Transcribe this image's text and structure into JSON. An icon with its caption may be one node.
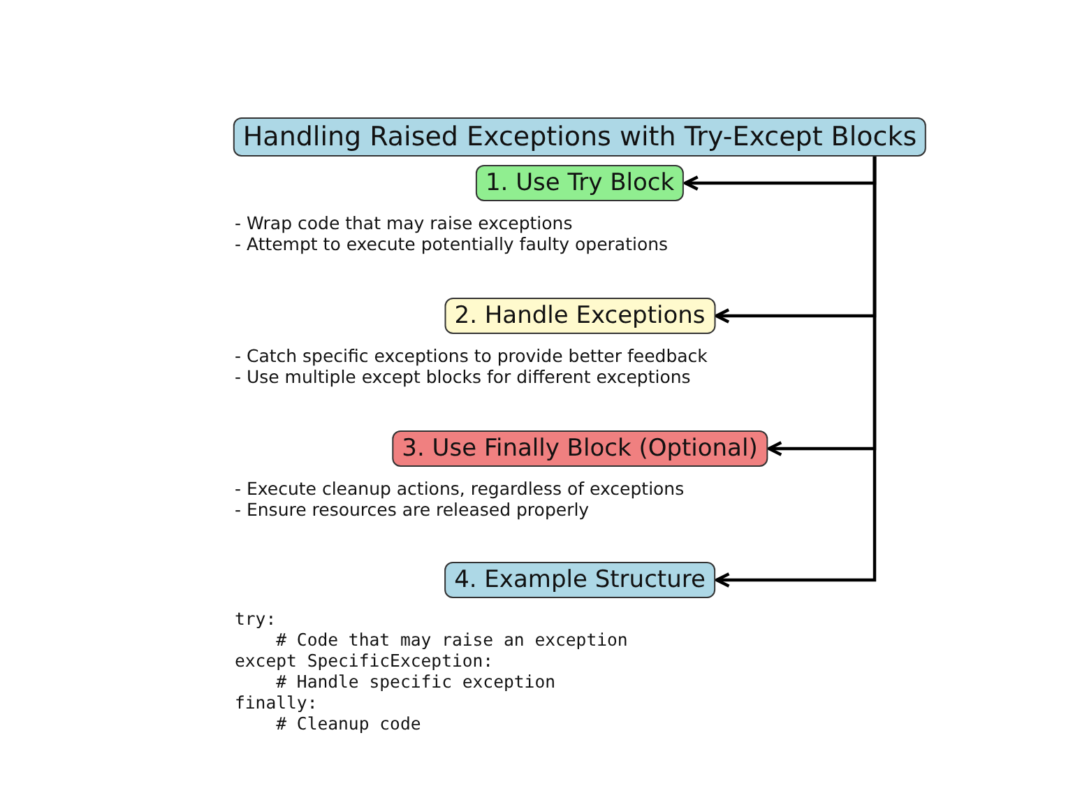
{
  "diagram": {
    "nodes": [
      {
        "text": [
          "Handling Raised Exceptions with Try-Except Blocks"
        ]
      },
      {
        "text": [
          "1. Use Try Block"
        ],
        "beside": [
          "- Wrap code that may raise exceptions",
          "- Attempt to execute potentially faulty operations"
        ]
      },
      {
        "text": [
          "2. Handle Exceptions"
        ],
        "beside": [
          "- Catch specific exceptions to provide better feedback",
          "- Use multiple except blocks for different exceptions"
        ]
      },
      {
        "text": [
          "3. Use Finally Block (Optional)"
        ],
        "beside": [
          "- Execute cleanup actions, regardless of exceptions",
          "- Ensure resources are released properly"
        ]
      },
      {
        "text": [
          "4. Example Structure"
        ],
        "beside": [
          "try:",
          "    # Code that may raise an exception",
          "except SpecificException:",
          "    # Handle specific exception",
          "finally:",
          "    # Cleanup code"
        ]
      }
    ],
    "edges": [
      {
        "from": 0,
        "to": 1,
        "arrow": "to"
      },
      {
        "from": 0,
        "to": 2,
        "arrow": "to"
      },
      {
        "from": 0,
        "to": 3,
        "arrow": "to"
      },
      {
        "from": 0,
        "to": 4,
        "arrow": "to"
      }
    ]
  }
}
